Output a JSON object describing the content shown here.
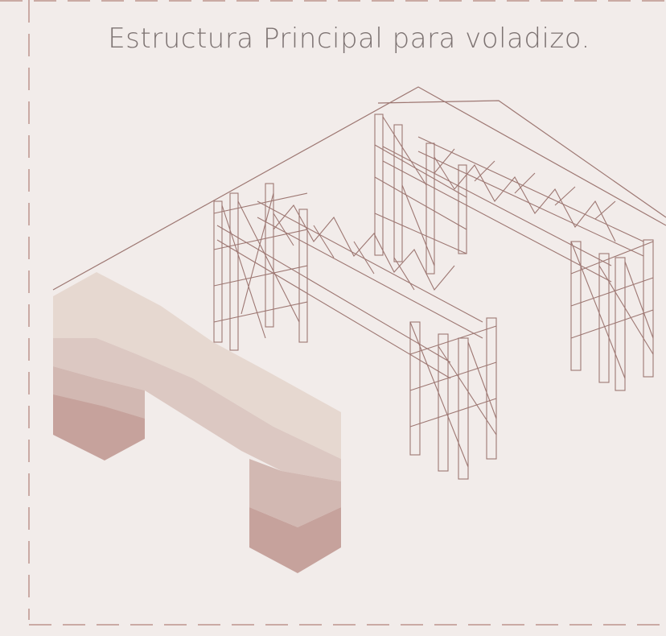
{
  "title": "Estructura Principal para voladizo.",
  "colors": {
    "background": "#f2ecea",
    "line": "#9d7772",
    "dash": "#caaaa4",
    "earth_top": "#e6d8d0",
    "earth_band1": "#dcc8c2",
    "earth_band2": "#d2b8b2",
    "earth_band3": "#c6a29c"
  },
  "elements": {
    "frame": "dashed-border",
    "scaffold_front": "steel-truss-scaffold",
    "scaffold_back": "steel-truss-scaffold",
    "cantilever_mass": "terrain-cantilever-block"
  }
}
